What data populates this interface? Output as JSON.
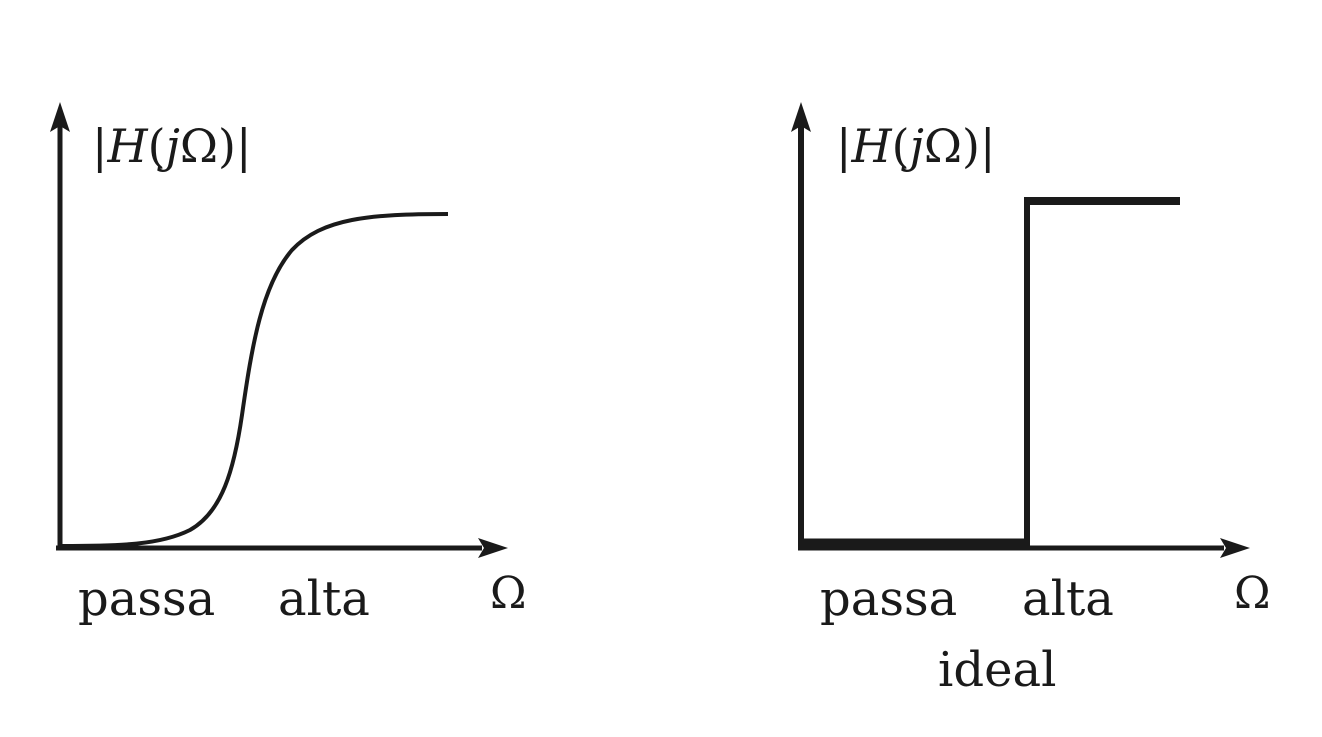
{
  "colors": {
    "stroke": "#1a1a1a",
    "background": "#ffffff"
  },
  "left_panel": {
    "y_label_open": "|",
    "y_label_H": "H",
    "y_label_paren_open": "(",
    "y_label_j": "j",
    "y_label_omega": "Ω",
    "y_label_paren_close": ")",
    "y_label_close": "|",
    "x_label": "Ω",
    "caption_word1": "passa",
    "caption_word2": "alta"
  },
  "right_panel": {
    "y_label_open": "|",
    "y_label_H": "H",
    "y_label_paren_open": "(",
    "y_label_j": "j",
    "y_label_omega": "Ω",
    "y_label_paren_close": ")",
    "y_label_close": "|",
    "x_label": "Ω",
    "caption_word1": "passa",
    "caption_word2": "alta",
    "caption_line2": "ideal"
  }
}
